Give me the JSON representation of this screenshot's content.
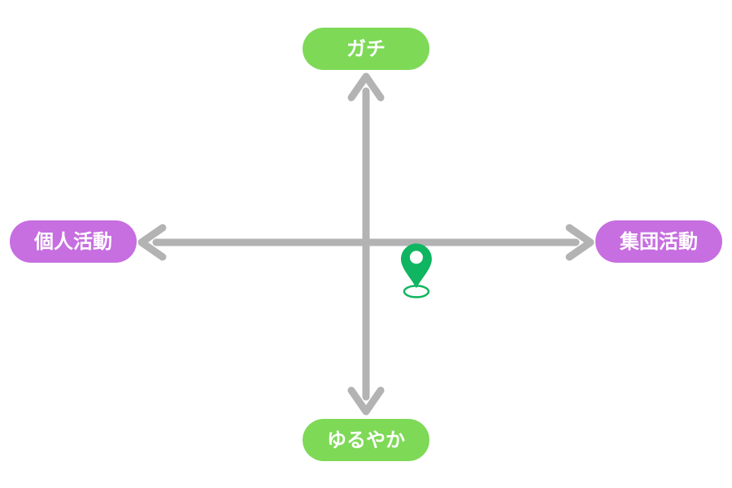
{
  "axes": {
    "top": {
      "label": "ガチ"
    },
    "bottom": {
      "label": "ゆるやか"
    },
    "left": {
      "label": "個人活動"
    },
    "right": {
      "label": "集団活動"
    }
  },
  "colors": {
    "axis": "#b3b3b3",
    "vertical_pill": "#7ed957",
    "horizontal_pill": "#c76ee0",
    "pin": "#0fb560",
    "pill_text": "#ffffff"
  },
  "marker": {
    "icon": "location-pin-icon",
    "x_value": 0.24,
    "y_value": -0.3
  }
}
